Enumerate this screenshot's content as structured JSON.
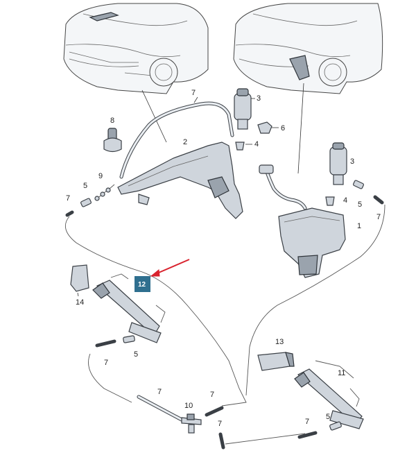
{
  "callouts": {
    "c1": "1",
    "c2": "2",
    "c3a": "3",
    "c3b": "3",
    "c4a": "4",
    "c4b": "4",
    "c5a": "5",
    "c5b": "5",
    "c5c": "5",
    "c5d": "5",
    "c6": "6",
    "c7a": "7",
    "c7b": "7",
    "c7c": "7",
    "c7d": "7",
    "c7e": "7",
    "c7f": "7",
    "c7g": "7",
    "c7h": "7",
    "c8": "8",
    "c9": "9",
    "c10": "10",
    "c11": "11",
    "c12": "12",
    "c13": "13",
    "c14": "14"
  },
  "colors": {
    "highlight_box": "#2f6f8f",
    "arrow": "#d9232e"
  }
}
